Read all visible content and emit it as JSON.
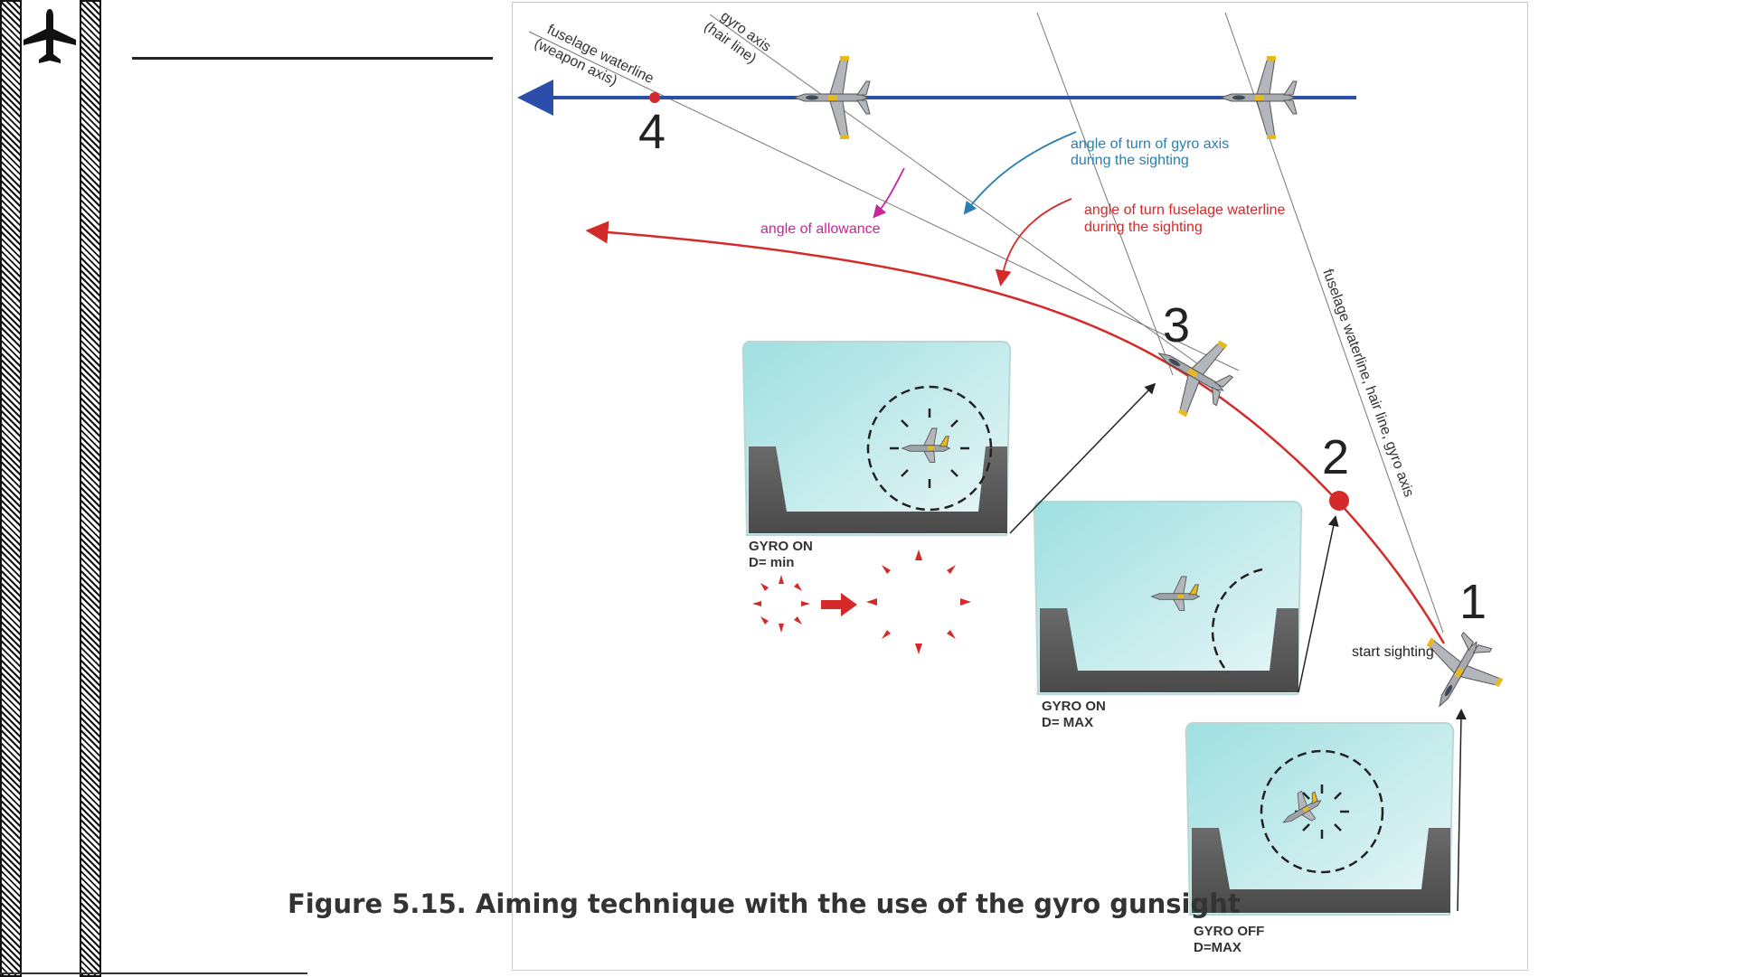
{
  "slide": {
    "caption": "Figure 5.15. Aiming technique with the use of the gyro gunsight"
  },
  "diagram": {
    "positions": [
      "1",
      "2",
      "3",
      "4"
    ],
    "labels": {
      "fuselage_waterline_line1": "fuselage waterline",
      "fuselage_waterline_line2": "(weapon axis)",
      "gyro_axis_line1": "gyro axis",
      "gyro_axis_line2": "(hair line)",
      "turn_gyro_line1": "angle of turn of gyro axis",
      "turn_gyro_line2": "during the sighting",
      "turn_fuselage_line1": "angle of turn fuselage waterline",
      "turn_fuselage_line2": "during the sighting",
      "allowance": "angle of allowance",
      "combined_axis": "fuselage waterline, hair line, gyro axis",
      "start_sighting": "start sighting"
    },
    "sights": [
      {
        "mode": "GYRO ON",
        "range": "D= min"
      },
      {
        "mode": "GYRO ON",
        "range": "D= MAX"
      },
      {
        "mode": "GYRO OFF",
        "range": "D=MAX"
      }
    ],
    "colors": {
      "target_path": "#2b4fa8",
      "attack_path": "#d42a2a",
      "gyro_annotation": "#2a7fb0",
      "allowance_annotation": "#c8259a",
      "glass": "#bfe8ea",
      "cockpit": "#5e5e5e"
    }
  }
}
